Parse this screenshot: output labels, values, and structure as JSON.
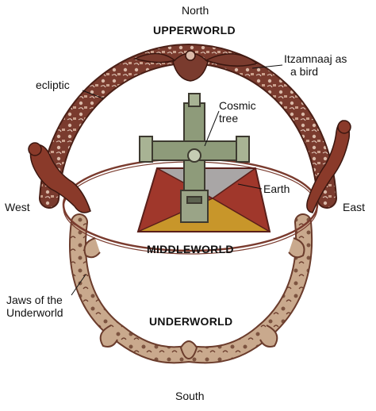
{
  "labels": {
    "north": "North",
    "south": "South",
    "west": "West",
    "east": "East",
    "upperworld": "UPPERWORLD",
    "middleworld": "MIDDLEWORLD",
    "underworld": "UNDERWORLD",
    "ecliptic": "ecliptic",
    "itzamnaaj_line1": "Itzamnaaj as",
    "itzamnaaj_line2": "a bird",
    "cosmic_line1": "Cosmic",
    "cosmic_line2": "tree",
    "earth": "Earth",
    "jaws_line1": "Jaws of the",
    "jaws_line2": "Underworld"
  },
  "colors": {
    "sky_band": "#7a3b2e",
    "sky_band_light": "#b07a6a",
    "underworld_band": "#c9a98d",
    "underworld_outline": "#6b3c2c",
    "earth_red": "#a0372b",
    "earth_dark": "#5a1f1a",
    "earth_gold": "#c8962a",
    "earth_gray": "#a9a6a6",
    "tree": "#8e9b7a",
    "tree_dark": "#3d3a30"
  }
}
